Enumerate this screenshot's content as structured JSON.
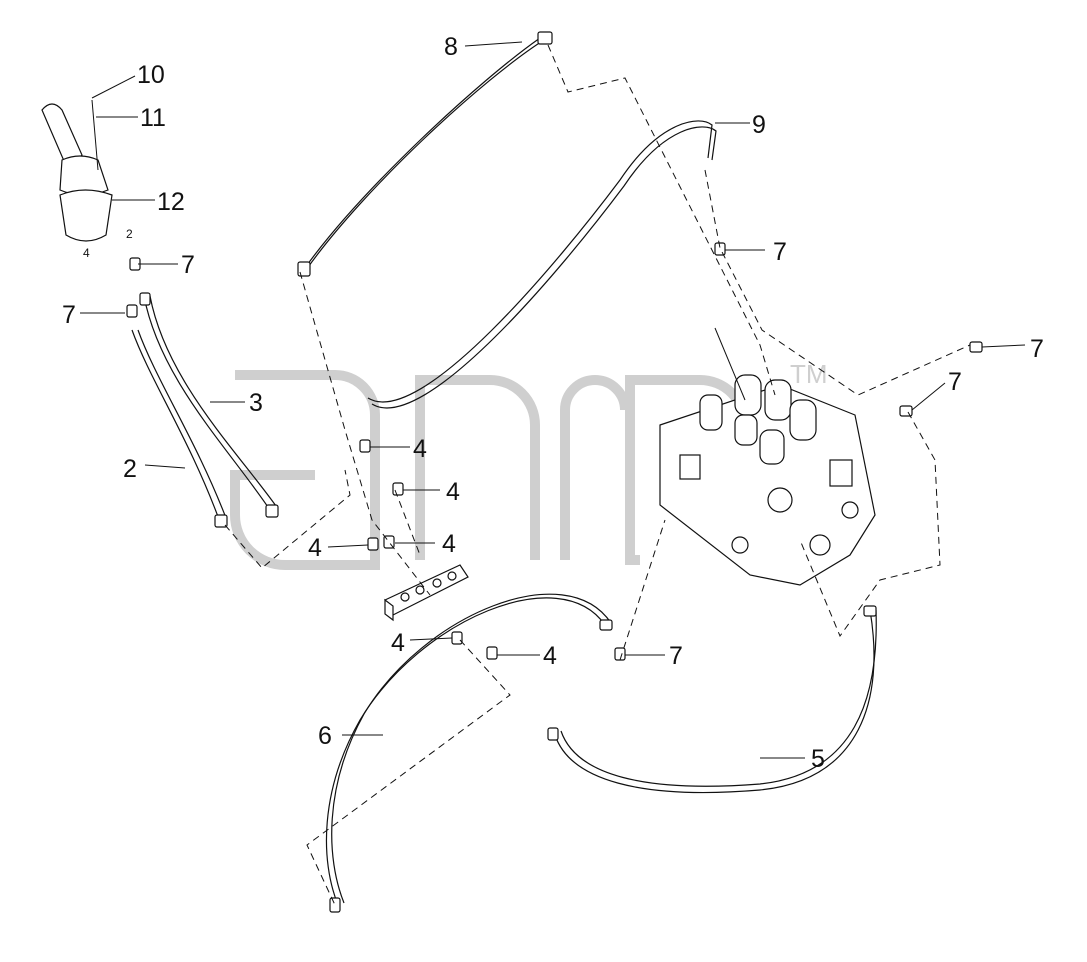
{
  "labels": {
    "p2": "2",
    "p3": "3",
    "p4a": "4",
    "p4b": "4",
    "p4c": "4",
    "p4d": "4",
    "p4e": "4",
    "p4f": "4",
    "p5": "5",
    "p6": "6",
    "p7a": "7",
    "p7b": "7",
    "p7c": "7",
    "p7d": "7",
    "p7e": "7",
    "p7f": "7",
    "p8": "8",
    "p9": "9",
    "p10": "10",
    "p11": "11",
    "p12": "12"
  },
  "port_marks": {
    "m1": "2",
    "m2": "4"
  },
  "watermark": {
    "trademark": "TM"
  }
}
